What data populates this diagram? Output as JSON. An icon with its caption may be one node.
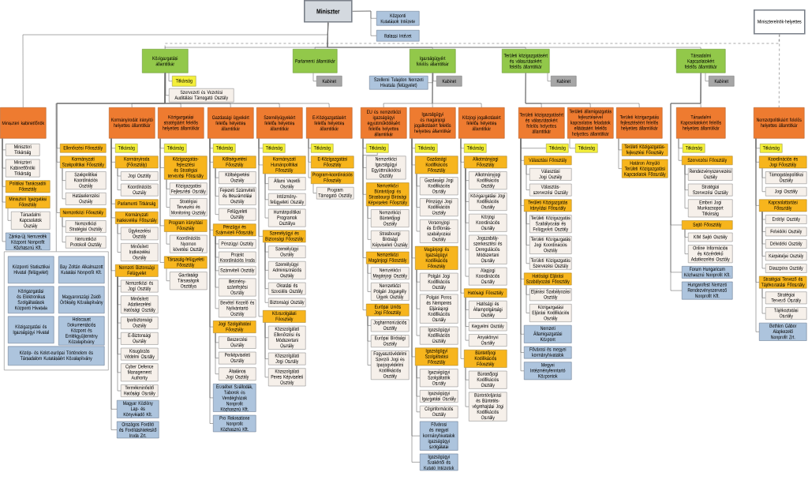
{
  "diagram": {
    "nodes": [
      {
        "text": [
          "Miniszter"
        ]
      },
      {
        "text": [
          "Központi Kutatások Intézete"
        ]
      },
      {
        "text": [
          "Balassi Intézet"
        ]
      },
      {
        "text": [
          "Miniszterelnök-helyettes"
        ]
      },
      {
        "text": [
          "Közigazgatási államtitkár"
        ]
      },
      {
        "text": [
          "Parlamenti államtitkár"
        ]
      },
      {
        "text": [
          "Igazságügyért felelős államtitkár"
        ]
      },
      {
        "text": [
          "Területi közigazgatásért és választásokért felelős államtitkár"
        ]
      },
      {
        "text": [
          "Társadalmi Kapcsolatokért felelős államtitkár"
        ]
      },
      {
        "text": [
          "Titkárság"
        ]
      },
      {
        "text": [
          "Szervezeti és Vezetési Auditálási Támogató Osztály"
        ]
      },
      {
        "text": [
          "Kabinet"
        ]
      },
      {
        "text": [
          "Szellemi Tulajdon Nemzeti Hivatala (felügyelet)"
        ]
      },
      {
        "text": [
          "Kabinet"
        ]
      },
      {
        "text": [
          "Kabinet"
        ]
      },
      {
        "text": [
          "Kabinet"
        ]
      },
      {
        "text": [
          "Miniszteri kabinetfőnök"
        ]
      },
      {
        "text": [
          "Kormányirodát irányító helyettes államtitkár"
        ]
      },
      {
        "text": [
          "Közigazgatási stratégiáért felelős helyettes államtitkár"
        ]
      },
      {
        "text": [
          "Gazdasági ügyekért felelős helyettes államtitkár"
        ]
      },
      {
        "text": [
          "Személyügyekért felelős helyettes államtitkár"
        ]
      },
      {
        "text": [
          "E-Közigazgatásért felelős helyettes államtitkár"
        ]
      },
      {
        "text": [
          "EU és nemzetközi igazságügyi együttműködésért felelős helyettes államtitkár"
        ]
      },
      {
        "text": [
          "Igazságügyi és magánjogi jogalkotásért felelős helyettes államtitkár"
        ]
      },
      {
        "text": [
          "Közjogi jogalkotásért felelős helyettes államtitkár"
        ]
      },
      {
        "text": [
          "Területi közigazgatásért és választásokért felelős helyettes államtitkár"
        ]
      },
      {
        "text": [
          "Területi államigazgatás fejlesztésével kapcsolatos feladatok ellátásáért felelős helyettes államtitkár"
        ]
      },
      {
        "text": [
          "Területi közigazgatás fejlesztéséért felelős helyettes államtitkár"
        ]
      },
      {
        "text": [
          "Társadalmi Kapcsolatokért felelős helyettes államtitkár"
        ]
      },
      {
        "text": [
          "Nemzetpolitikáért felelős helyettes államtitkár"
        ]
      },
      {
        "text": [
          "Miniszteri Titkárság"
        ]
      },
      {
        "text": [
          "Miniszteri Kabinetfőnöki Titkárság"
        ]
      },
      {
        "text": [
          "Politikai Tanácsadói Főosztály"
        ]
      },
      {
        "text": [
          "Miniszteri Igazgatási Főosztály"
        ]
      },
      {
        "text": [
          "Társadalmi Kapcsolatok Osztály"
        ]
      },
      {
        "text": [
          "Zánka-Új Nemzedék Központ Nonprofit Közhasznú Kft."
        ]
      },
      {
        "text": [
          "Ellenőrzési Főosztály"
        ]
      },
      {
        "text": [
          "Kormányzati Szakpolitikai Főosztály"
        ]
      },
      {
        "text": [
          "Szakpolitikai Koordinációs Osztály"
        ]
      },
      {
        "text": [
          "Hatáselemzési Osztály"
        ]
      },
      {
        "text": [
          "Nemzetközi Főosztály"
        ]
      },
      {
        "text": [
          "Nemzetközi Stratégiai Osztály"
        ]
      },
      {
        "text": [
          "Nemzetközi Protokoll Osztály"
        ]
      },
      {
        "text": [],
        "shape": "box"
      },
      {
        "text": [
          "Központi Statisztikai Hivatal (felügyelet)"
        ],
        "in": 43
      },
      {
        "text": [
          "Bay Zoltán Alkalmazott Kutatási Nonprofit Kft."
        ],
        "in": 43
      },
      {
        "text": [
          "Közigazgatási és Elektronikus Szolgáltatások Központi Hivatala"
        ],
        "in": 43
      },
      {
        "text": [
          "Magyarországi Zsidó Örökség Közalapítvány"
        ],
        "in": 43
      },
      {
        "text": [
          "Közigazgatási és Igazságügyi Hivatal"
        ],
        "in": 43
      },
      {
        "text": [
          "Holocaust Dokumentációs Központ és Emlékgyűjtemény Közalapítvány"
        ],
        "in": 43
      },
      {
        "text": [
          "Közép- és Kelet-európai Történelem és Társadalom Kutatásáért Közalapítvány"
        ],
        "in": 43
      },
      {
        "text": [
          "Titkárság"
        ]
      },
      {
        "text": [
          "Kormányiroda (Főosztály)"
        ]
      },
      {
        "text": [
          "Jogi Osztály"
        ]
      },
      {
        "text": [
          "Koordinációs Osztály"
        ]
      },
      {
        "text": [
          "Parlamenti Titkárság"
        ]
      },
      {
        "text": [
          "Kormányzati Iratkezelési Főosztály"
        ]
      },
      {
        "text": [
          "Ügykezelési Osztály"
        ]
      },
      {
        "text": [
          "Minősített Iratkezelési Osztály"
        ]
      },
      {
        "text": [
          "Nemzeti Biztonsági Felügyelet"
        ]
      },
      {
        "text": [
          "Nemzetközi és Jogi Osztály"
        ]
      },
      {
        "text": [
          "Minősített Adatkezelési Hatósági Osztály"
        ]
      },
      {
        "text": [
          "Iparbiztonsági Osztály"
        ]
      },
      {
        "text": [
          "E-Biztonsági Osztály"
        ]
      },
      {
        "text": [
          "Kisugárzás Védelmi Osztály"
        ]
      },
      {
        "text": [
          "Cyber Defence Management Authority"
        ]
      },
      {
        "text": [
          "Termékminősítő Hatósági Osztály"
        ]
      },
      {
        "text": [
          "Magyar Közlöny Lap- és Könyvkiadó Kft."
        ]
      },
      {
        "text": [
          "Országos Fordító és Fordításhitelesítő Iroda Zrt."
        ]
      },
      {
        "text": [
          "Titkárság"
        ]
      },
      {
        "text": [
          "Közigazgatás-fejlesztési és Stratégiai tervezési Főosztály"
        ]
      },
      {
        "text": [
          "Közigazgatási Fejlesztési Osztály"
        ]
      },
      {
        "text": [
          "Stratégiai Tervezési és Monitoring Osztály"
        ]
      },
      {
        "text": [
          "Program irányítási Főosztály"
        ]
      },
      {
        "text": [
          "Koordinációs Nyomon követési Osztály"
        ]
      },
      {
        "text": [
          "Társaság-felügyeleti Főosztály"
        ]
      },
      {
        "text": [
          "Gazdasági Társaságok Osztálya"
        ]
      },
      {
        "text": [
          "Titkárság"
        ]
      },
      {
        "text": [
          "Költségvetési Főosztály"
        ]
      },
      {
        "text": [
          "Költségvetési Osztály"
        ]
      },
      {
        "text": [
          "Fejezeti Számviteli és Beszámolási Osztály"
        ]
      },
      {
        "text": [
          "Felügyeleti Osztály"
        ]
      },
      {
        "text": [
          "Pénzügyi és Számviteli Főosztály"
        ]
      },
      {
        "text": [
          "Pénzügyi Osztály"
        ]
      },
      {
        "text": [
          "Projekt Koordinációs Iroda"
        ]
      },
      {
        "text": [
          "Számviteli Osztály"
        ]
      },
      {
        "text": [
          "Illetmény-számfejtési Osztály"
        ]
      },
      {
        "text": [
          "Bevétel Kezelő és Nyilvántartó Osztály"
        ]
      },
      {
        "text": [
          "Jogi Szolgáltatási Főosztály"
        ]
      },
      {
        "text": [
          "Beszerzési Osztály"
        ]
      },
      {
        "text": [
          "Perképviseleti Osztály"
        ]
      },
      {
        "text": [
          "Általános Jogi Osztály"
        ]
      },
      {
        "text": [
          "Erzsébet Szállodák, Táborok és Vendégházak Nonprofit Közhasznú Kft."
        ]
      },
      {
        "text": [
          "Pro Rekreatione Nonprofit Közhasznú Kft."
        ]
      },
      {
        "text": [
          "Titkárság"
        ]
      },
      {
        "text": [
          "Kormányzati Humánpolitikai Főosztály"
        ]
      },
      {
        "text": [
          "Állami Vezetői Osztály"
        ]
      },
      {
        "text": [
          "Intézmény-felügyeleti Osztály"
        ]
      },
      {
        "text": [
          "Humánpolitikai Programok Osztálya"
        ]
      },
      {
        "text": [
          "Személyügyi és Biztonsági Főosztály"
        ]
      },
      {
        "text": [
          "Személyügyi Osztály"
        ]
      },
      {
        "text": [
          "Személyügyi Adminisztrációs Osztály"
        ]
      },
      {
        "text": [
          "Oktatási és Szociális Osztály"
        ]
      },
      {
        "text": [
          "Biztonsági Osztály"
        ]
      },
      {
        "text": [
          "Közszolgálati Főosztály"
        ]
      },
      {
        "text": [
          "Közszolgálati Ellenőrzési és Módszertani Osztály"
        ]
      },
      {
        "text": [
          "Közszolgálati Jogi Osztály"
        ]
      },
      {
        "text": [
          "Közszolgálati Peres Képviseleti Osztály"
        ]
      },
      {
        "text": [
          "Titkárság"
        ]
      },
      {
        "text": [
          "E-Közigazgatási Főosztály"
        ]
      },
      {
        "text": [
          "Program-koordinációs Főosztály"
        ]
      },
      {
        "text": [
          "Program Támogató Osztály"
        ]
      },
      {
        "text": [
          "Titkárság"
        ]
      },
      {
        "text": [
          "Nemzetközi Igazságügyi Együttműködési Osztály"
        ]
      },
      {
        "text": [
          "Nemzetközi Büntetőjogi és Strasbourgi Bírósági Képviseleti Főosztály"
        ]
      },
      {
        "text": [
          "Nemzetközi Büntetőjogi Osztály"
        ]
      },
      {
        "text": [
          "Strasbourgi Bírósági Képviseleti Osztály"
        ]
      },
      {
        "text": [
          "Nemzetközi Magánjogi Főosztály"
        ]
      },
      {
        "text": [
          "Nemzetközi Magánjogi Osztály"
        ]
      },
      {
        "text": [
          "Nemzetközi Polgári Jogsegély Ügyek Osztály"
        ]
      },
      {
        "text": [
          "Európai Uniós Jogi Főosztály"
        ]
      },
      {
        "text": [
          "Jogharmonizációs Osztály"
        ]
      },
      {
        "text": [
          "Európai Bírósági Osztály"
        ]
      },
      {
        "text": [
          "Fogyasztóvédelmi Szerzői Jogi és Iparjogvédelmi Kodifikációs Osztály"
        ]
      },
      {
        "text": [
          "Titkárság"
        ]
      },
      {
        "text": [
          "Gazdasági Kodifikációs Főosztály"
        ]
      },
      {
        "text": [
          "Gazdasági Jogi Kodifikációs Osztály"
        ]
      },
      {
        "text": [
          "Pénzügyi Jogi Kodifikációs Osztály"
        ]
      },
      {
        "text": [
          "Versenyjogi és Erőforrás-szabályozási Osztály"
        ]
      },
      {
        "text": [
          "Magánjogi és Igazságügyi Kodifikációs Főosztály"
        ]
      },
      {
        "text": [
          "Polgári Jogi Kodifikációs Osztály"
        ]
      },
      {
        "text": [
          "Polgári Peres és Nemperes Eljárásjogi Kodifikációs Osztály"
        ]
      },
      {
        "text": [
          "Igazságügyi Kodifikációs Osztály"
        ]
      },
      {
        "text": [
          "Igazságügyi Szolgáltatási Főosztály"
        ]
      },
      {
        "text": [
          "Igazságügyi Szolgáltatók Osztály"
        ]
      },
      {
        "text": [
          "Igazságügyi Igazgatási Osztály"
        ]
      },
      {
        "text": [
          "Céginformációs Osztály"
        ]
      },
      {
        "text": [
          "Fővárosi és megyei kormányhivatalok igazságügyi szolgálatai"
        ]
      },
      {
        "text": [
          "Igazságügyi Szakértői és Kutató Intézetek"
        ]
      },
      {
        "text": [
          "Titkárság"
        ]
      },
      {
        "text": [
          "Alkotmányjogi Főosztály"
        ]
      },
      {
        "text": [
          "Alkotmányjogi Kodifikációs Osztály"
        ]
      },
      {
        "text": [
          "Közigazgatási Jogi Kodifikációs Osztály"
        ]
      },
      {
        "text": [
          "Közjogi Koordinációs Osztály"
        ]
      },
      {
        "text": [
          "Jogszabály-szerkesztési és Deregulációs Módszertani Osztály"
        ]
      },
      {
        "text": [
          "Alapjogi Koordinációs Osztály"
        ]
      },
      {
        "text": [
          "Hatósági Főosztály"
        ]
      },
      {
        "text": [
          "Hatósági és Állampolgársági Osztály"
        ]
      },
      {
        "text": [
          "Kegyelmi Osztály"
        ]
      },
      {
        "text": [
          "Anyakönyvi Osztály"
        ]
      },
      {
        "text": [
          "Büntetőjogi Kodifikációs Főosztály"
        ]
      },
      {
        "text": [
          "Büntetőjogi Kodifikációs Osztály"
        ]
      },
      {
        "text": [
          "Büntetőeljárási és Büntetés-végrehajtási Jogi Kodifikációs Osztály"
        ]
      },
      {
        "text": [
          "Titkárság"
        ]
      },
      {
        "text": [
          "Választási Főosztály"
        ]
      },
      {
        "text": [
          "Választási Jogi Osztály"
        ]
      },
      {
        "text": [
          "Választás-szervezési Osztály"
        ]
      },
      {
        "text": [
          "Területi Közigazgatás Irányítási Főosztály"
        ]
      },
      {
        "text": [
          "Területi Közigazgatás Szabályozási és Felügyeleti Osztály"
        ]
      },
      {
        "text": [
          "Területi Közigazgatás Jogi Koordinációs Osztály"
        ]
      },
      {
        "text": [
          "Területi Közigazgatás Szervezési Osztály"
        ]
      },
      {
        "text": [
          "Hatósági Eljárási Szabályozási Főosztály"
        ]
      },
      {
        "text": [
          "Eljárási Szabályozási Osztály"
        ]
      },
      {
        "text": [
          "Közigazgatási Eljárási Kodifikációs Osztály"
        ]
      },
      {
        "text": [
          "Nemzeti Államigazgatási Központ"
        ]
      },
      {
        "text": [
          "Fővárosi és megyei kormányhivatalok"
        ]
      },
      {
        "text": [
          "Megyei Intézményfenntartó Központok"
        ]
      },
      {
        "text": [
          "Titkárság"
        ]
      },
      {
        "text": [
          "Területi Közigazgatás-fejlesztési Főosztály"
        ]
      },
      {
        "text": [
          "Határon Átnyúló Területi Közigazgatási Kapcsolatok Főosztály"
        ]
      },
      {
        "text": [
          "Titkárság"
        ]
      },
      {
        "text": [
          "Szervezési Főosztály"
        ]
      },
      {
        "text": [
          "Rendezvényszervezési Osztály"
        ]
      },
      {
        "text": [
          "Stratégiai Szervezési Osztály"
        ]
      },
      {
        "text": [
          "Emberi Jogi Munkacsoport Titkárság"
        ]
      },
      {
        "text": [
          "Sajtó Főosztály"
        ]
      },
      {
        "text": [
          "KIM Sajtó Osztály"
        ]
      },
      {
        "text": [
          "Online Információs és Közérdekű Adatkezelési Osztály"
        ]
      },
      {
        "text": [
          "Forum Hungaricum Közhasznú Nonprofit Kft."
        ]
      },
      {
        "text": [
          "Hungarofest Nemzeti Rendezvényszervező Nonprofit Kft."
        ]
      },
      {
        "text": [
          "Titkárság"
        ]
      },
      {
        "text": [
          "Koordinációs és Jogi Főosztály"
        ]
      },
      {
        "text": [
          "Támogatáspolitikai Osztály"
        ]
      },
      {
        "text": [
          "Jogi Osztály"
        ]
      },
      {
        "text": [
          "Kapcsolattartási Főosztály"
        ]
      },
      {
        "text": [
          "Erdélyi Osztály"
        ]
      },
      {
        "text": [
          "Felvidéki Osztály"
        ]
      },
      {
        "text": [
          "Délvidéki Osztály"
        ]
      },
      {
        "text": [
          "Kárpátaljai Osztály"
        ]
      },
      {
        "text": [
          "Diaszpóra Osztály"
        ]
      },
      {
        "text": [
          "Stratégiai Tervező és Tájékoztatási Főosztály"
        ]
      },
      {
        "text": [
          "Stratégiai Tervező Osztály"
        ]
      },
      {
        "text": [
          "Tájékoztatási Osztály"
        ]
      },
      {
        "text": [
          "Bethlen Gábor Alapkezelő Nonprofit Zrt."
        ]
      }
    ],
    "edges": [
      {
        "from": 0,
        "to": 1,
        "arrow": "none"
      },
      {
        "from": 0,
        "to": 2,
        "arrow": "none"
      },
      {
        "from": 0,
        "to": 16,
        "arrow": "none"
      },
      {
        "from": 0,
        "to": 4,
        "arrow": "none"
      },
      {
        "from": 0,
        "to": 5,
        "arrow": "none"
      },
      {
        "from": 0,
        "to": 6,
        "arrow": "none"
      },
      {
        "from": 0,
        "to": 7,
        "arrow": "none"
      },
      {
        "from": 0,
        "to": 8,
        "arrow": "none"
      },
      {
        "from": 3,
        "to": 4,
        "arrow": "none",
        "style": "dashed"
      },
      {
        "from": 3,
        "to": 29,
        "arrow": "none",
        "style": "dashed"
      },
      {
        "from": 4,
        "to": 9,
        "arrow": "none"
      },
      {
        "from": 4,
        "to": 10,
        "arrow": "none"
      },
      {
        "from": 5,
        "to": 11,
        "arrow": "none"
      },
      {
        "from": 6,
        "to": 12,
        "arrow": "none"
      },
      {
        "from": 6,
        "to": 13,
        "arrow": "none"
      },
      {
        "from": 7,
        "to": 14,
        "arrow": "none"
      },
      {
        "from": 8,
        "to": 15,
        "arrow": "none"
      },
      {
        "from": 4,
        "to": 17,
        "arrow": "none"
      },
      {
        "from": 4,
        "to": 18,
        "arrow": "none"
      },
      {
        "from": 4,
        "to": 19,
        "arrow": "none"
      },
      {
        "from": 4,
        "to": 20,
        "arrow": "none"
      },
      {
        "from": 4,
        "to": 21,
        "arrow": "none"
      },
      {
        "from": 6,
        "to": 22,
        "arrow": "none"
      },
      {
        "from": 6,
        "to": 23,
        "arrow": "none"
      },
      {
        "from": 6,
        "to": 24,
        "arrow": "none"
      },
      {
        "from": 7,
        "to": 25,
        "arrow": "none"
      },
      {
        "from": 7,
        "to": 26,
        "arrow": "none"
      },
      {
        "from": 7,
        "to": 27,
        "arrow": "none"
      },
      {
        "from": 8,
        "to": 28,
        "arrow": "none"
      },
      {
        "from": 16,
        "to": 30,
        "arrow": "none"
      },
      {
        "from": 16,
        "to": 31,
        "arrow": "none"
      },
      {
        "from": 16,
        "to": 32,
        "arrow": "none"
      },
      {
        "from": 16,
        "to": 33,
        "arrow": "none"
      },
      {
        "from": 33,
        "to": 34,
        "arrow": "none"
      },
      {
        "from": 16,
        "to": 35,
        "arrow": "none"
      },
      {
        "from": 4,
        "to": 36,
        "arrow": "none"
      },
      {
        "from": 4,
        "to": 37,
        "arrow": "none"
      },
      {
        "from": 37,
        "to": 38,
        "arrow": "none"
      },
      {
        "from": 37,
        "to": 39,
        "arrow": "none"
      },
      {
        "from": 4,
        "to": 40,
        "arrow": "none"
      },
      {
        "from": 40,
        "to": 41,
        "arrow": "none"
      },
      {
        "from": 40,
        "to": 42,
        "arrow": "none"
      },
      {
        "from": 4,
        "to": 43,
        "arrow": "none"
      },
      {
        "from": 17,
        "to": 51,
        "arrow": "none"
      },
      {
        "from": 17,
        "to": 52,
        "arrow": "none"
      },
      {
        "from": 52,
        "to": 53,
        "arrow": "none"
      },
      {
        "from": 52,
        "to": 54,
        "arrow": "none"
      },
      {
        "from": 17,
        "to": 55,
        "arrow": "none"
      },
      {
        "from": 17,
        "to": 56,
        "arrow": "none"
      },
      {
        "from": 56,
        "to": 57,
        "arrow": "none"
      },
      {
        "from": 56,
        "to": 58,
        "arrow": "none"
      },
      {
        "from": 17,
        "to": 59,
        "arrow": "none"
      },
      {
        "from": 59,
        "to": 60,
        "arrow": "none"
      },
      {
        "from": 59,
        "to": 61,
        "arrow": "none"
      },
      {
        "from": 59,
        "to": 62,
        "arrow": "none"
      },
      {
        "from": 59,
        "to": 63,
        "arrow": "none"
      },
      {
        "from": 59,
        "to": 64,
        "arrow": "none"
      },
      {
        "from": 59,
        "to": 65,
        "arrow": "none"
      },
      {
        "from": 59,
        "to": 66,
        "arrow": "none"
      },
      {
        "from": 17,
        "to": 67,
        "arrow": "none"
      },
      {
        "from": 17,
        "to": 68,
        "arrow": "none"
      },
      {
        "from": 18,
        "to": 69,
        "arrow": "none"
      },
      {
        "from": 18,
        "to": 70,
        "arrow": "none"
      },
      {
        "from": 70,
        "to": 71,
        "arrow": "none"
      },
      {
        "from": 70,
        "to": 72,
        "arrow": "none"
      },
      {
        "from": 18,
        "to": 73,
        "arrow": "none"
      },
      {
        "from": 73,
        "to": 74,
        "arrow": "none"
      },
      {
        "from": 18,
        "to": 75,
        "arrow": "none"
      },
      {
        "from": 75,
        "to": 76,
        "arrow": "none"
      },
      {
        "from": 19,
        "to": 77,
        "arrow": "none"
      },
      {
        "from": 19,
        "to": 78,
        "arrow": "none"
      },
      {
        "from": 78,
        "to": 79,
        "arrow": "none"
      },
      {
        "from": 78,
        "to": 80,
        "arrow": "none"
      },
      {
        "from": 78,
        "to": 81,
        "arrow": "none"
      },
      {
        "from": 19,
        "to": 82,
        "arrow": "none"
      },
      {
        "from": 82,
        "to": 83,
        "arrow": "none"
      },
      {
        "from": 82,
        "to": 84,
        "arrow": "none"
      },
      {
        "from": 82,
        "to": 85,
        "arrow": "none"
      },
      {
        "from": 82,
        "to": 86,
        "arrow": "none"
      },
      {
        "from": 82,
        "to": 87,
        "arrow": "none"
      },
      {
        "from": 19,
        "to": 88,
        "arrow": "none"
      },
      {
        "from": 88,
        "to": 89,
        "arrow": "none"
      },
      {
        "from": 88,
        "to": 90,
        "arrow": "none"
      },
      {
        "from": 88,
        "to": 91,
        "arrow": "none"
      },
      {
        "from": 19,
        "to": 92,
        "arrow": "none"
      },
      {
        "from": 19,
        "to": 93,
        "arrow": "none"
      },
      {
        "from": 20,
        "to": 94,
        "arrow": "none"
      },
      {
        "from": 20,
        "to": 95,
        "arrow": "none"
      },
      {
        "from": 95,
        "to": 96,
        "arrow": "none"
      },
      {
        "from": 95,
        "to": 97,
        "arrow": "none"
      },
      {
        "from": 95,
        "to": 98,
        "arrow": "none"
      },
      {
        "from": 20,
        "to": 99,
        "arrow": "none"
      },
      {
        "from": 99,
        "to": 100,
        "arrow": "none"
      },
      {
        "from": 99,
        "to": 101,
        "arrow": "none"
      },
      {
        "from": 99,
        "to": 102,
        "arrow": "none"
      },
      {
        "from": 99,
        "to": 103,
        "arrow": "none"
      },
      {
        "from": 20,
        "to": 104,
        "arrow": "none"
      },
      {
        "from": 104,
        "to": 105,
        "arrow": "none"
      },
      {
        "from": 104,
        "to": 106,
        "arrow": "none"
      },
      {
        "from": 104,
        "to": 107,
        "arrow": "none"
      },
      {
        "from": 21,
        "to": 108,
        "arrow": "none"
      },
      {
        "from": 21,
        "to": 109,
        "arrow": "none"
      },
      {
        "from": 21,
        "to": 110,
        "arrow": "none"
      },
      {
        "from": 110,
        "to": 111,
        "arrow": "none"
      },
      {
        "from": 22,
        "to": 112,
        "arrow": "none"
      },
      {
        "from": 112,
        "to": 113,
        "arrow": "none"
      },
      {
        "from": 22,
        "to": 114,
        "arrow": "none"
      },
      {
        "from": 114,
        "to": 115,
        "arrow": "none"
      },
      {
        "from": 114,
        "to": 116,
        "arrow": "none"
      },
      {
        "from": 22,
        "to": 117,
        "arrow": "none"
      },
      {
        "from": 117,
        "to": 118,
        "arrow": "none"
      },
      {
        "from": 117,
        "to": 119,
        "arrow": "none"
      },
      {
        "from": 22,
        "to": 120,
        "arrow": "none"
      },
      {
        "from": 120,
        "to": 121,
        "arrow": "none"
      },
      {
        "from": 120,
        "to": 122,
        "arrow": "none"
      },
      {
        "from": 120,
        "to": 123,
        "arrow": "none"
      },
      {
        "from": 23,
        "to": 124,
        "arrow": "none"
      },
      {
        "from": 23,
        "to": 125,
        "arrow": "none"
      },
      {
        "from": 125,
        "to": 126,
        "arrow": "none"
      },
      {
        "from": 125,
        "to": 127,
        "arrow": "none"
      },
      {
        "from": 125,
        "to": 128,
        "arrow": "none"
      },
      {
        "from": 23,
        "to": 129,
        "arrow": "none"
      },
      {
        "from": 129,
        "to": 130,
        "arrow": "none"
      },
      {
        "from": 129,
        "to": 131,
        "arrow": "none"
      },
      {
        "from": 129,
        "to": 132,
        "arrow": "none"
      },
      {
        "from": 23,
        "to": 133,
        "arrow": "none"
      },
      {
        "from": 133,
        "to": 134,
        "arrow": "none"
      },
      {
        "from": 133,
        "to": 135,
        "arrow": "none"
      },
      {
        "from": 133,
        "to": 136,
        "arrow": "none"
      },
      {
        "from": 23,
        "to": 137,
        "arrow": "none"
      },
      {
        "from": 23,
        "to": 138,
        "arrow": "none"
      },
      {
        "from": 24,
        "to": 139,
        "arrow": "none"
      },
      {
        "from": 24,
        "to": 140,
        "arrow": "none"
      },
      {
        "from": 140,
        "to": 141,
        "arrow": "none"
      },
      {
        "from": 140,
        "to": 142,
        "arrow": "none"
      },
      {
        "from": 140,
        "to": 143,
        "arrow": "none"
      },
      {
        "from": 140,
        "to": 144,
        "arrow": "none"
      },
      {
        "from": 140,
        "to": 145,
        "arrow": "none"
      },
      {
        "from": 24,
        "to": 146,
        "arrow": "none"
      },
      {
        "from": 146,
        "to": 147,
        "arrow": "none"
      },
      {
        "from": 146,
        "to": 148,
        "arrow": "none"
      },
      {
        "from": 146,
        "to": 149,
        "arrow": "none"
      },
      {
        "from": 24,
        "to": 150,
        "arrow": "none"
      },
      {
        "from": 150,
        "to": 151,
        "arrow": "none"
      },
      {
        "from": 150,
        "to": 152,
        "arrow": "none"
      },
      {
        "from": 25,
        "to": 153,
        "arrow": "none"
      },
      {
        "from": 25,
        "to": 154,
        "arrow": "none"
      },
      {
        "from": 154,
        "to": 155,
        "arrow": "none"
      },
      {
        "from": 154,
        "to": 156,
        "arrow": "none"
      },
      {
        "from": 25,
        "to": 157,
        "arrow": "none"
      },
      {
        "from": 157,
        "to": 158,
        "arrow": "none"
      },
      {
        "from": 157,
        "to": 159,
        "arrow": "none"
      },
      {
        "from": 157,
        "to": 160,
        "arrow": "none"
      },
      {
        "from": 25,
        "to": 161,
        "arrow": "none"
      },
      {
        "from": 161,
        "to": 162,
        "arrow": "none"
      },
      {
        "from": 161,
        "to": 163,
        "arrow": "none"
      },
      {
        "from": 25,
        "to": 164,
        "arrow": "none"
      },
      {
        "from": 25,
        "to": 165,
        "arrow": "none"
      },
      {
        "from": 25,
        "to": 166,
        "arrow": "none"
      },
      {
        "from": 26,
        "to": 167,
        "arrow": "none"
      },
      {
        "from": 27,
        "to": 168,
        "arrow": "none"
      },
      {
        "from": 27,
        "to": 169,
        "arrow": "none"
      },
      {
        "from": 28,
        "to": 170,
        "arrow": "none"
      },
      {
        "from": 28,
        "to": 171,
        "arrow": "none"
      },
      {
        "from": 171,
        "to": 172,
        "arrow": "none"
      },
      {
        "from": 171,
        "to": 173,
        "arrow": "none"
      },
      {
        "from": 171,
        "to": 174,
        "arrow": "none"
      },
      {
        "from": 8,
        "to": 175,
        "arrow": "none"
      },
      {
        "from": 175,
        "to": 176,
        "arrow": "none"
      },
      {
        "from": 175,
        "to": 177,
        "arrow": "none"
      },
      {
        "from": 8,
        "to": 178,
        "arrow": "none"
      },
      {
        "from": 8,
        "to": 179,
        "arrow": "none"
      },
      {
        "from": 29,
        "to": 180,
        "arrow": "none"
      },
      {
        "from": 29,
        "to": 181,
        "arrow": "none"
      },
      {
        "from": 181,
        "to": 182,
        "arrow": "none"
      },
      {
        "from": 181,
        "to": 183,
        "arrow": "none"
      },
      {
        "from": 29,
        "to": 184,
        "arrow": "none"
      },
      {
        "from": 184,
        "to": 185,
        "arrow": "none"
      },
      {
        "from": 184,
        "to": 186,
        "arrow": "none"
      },
      {
        "from": 184,
        "to": 187,
        "arrow": "none"
      },
      {
        "from": 184,
        "to": 188,
        "arrow": "none"
      },
      {
        "from": 184,
        "to": 189,
        "arrow": "none"
      },
      {
        "from": 29,
        "to": 190,
        "arrow": "none"
      },
      {
        "from": 190,
        "to": 191,
        "arrow": "none"
      },
      {
        "from": 190,
        "to": 192,
        "arrow": "none"
      },
      {
        "from": 29,
        "to": 193,
        "arrow": "none"
      }
    ]
  }
}
